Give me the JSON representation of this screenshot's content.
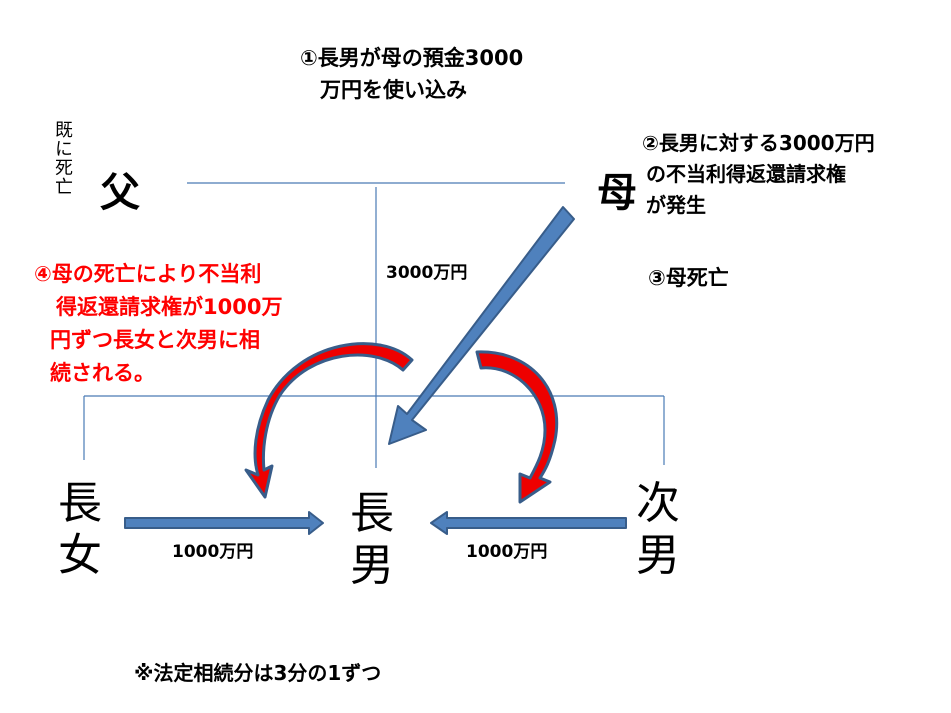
{
  "diagram": {
    "step1": {
      "line1": "①長男が母の預金3000",
      "line2": "万円を使い込み"
    },
    "father": {
      "label": "父",
      "status": "既に死亡"
    },
    "mother": {
      "label": "母"
    },
    "step2": {
      "line1": "②長男に対する3000万円",
      "line2": "の不当利得返還請求権",
      "line3": "が発生"
    },
    "step3": {
      "text": "③母死亡"
    },
    "step4": {
      "line1": "④母の死亡により不当利",
      "line2": "得返還請求権が1000万",
      "line3": "円ずつ長女と次男に相",
      "line4": "続される。",
      "color": "#ff0000"
    },
    "amounts": {
      "mother_to_son": "3000万円",
      "daughter_to_son": "1000万円",
      "second_son_to_son": "1000万円"
    },
    "children": {
      "eldest_daughter": {
        "char1": "長",
        "char2": "女"
      },
      "eldest_son": {
        "char1": "長",
        "char2": "男"
      },
      "second_son": {
        "char1": "次",
        "char2": "男"
      }
    },
    "note": "※法定相続分は3分の1ずつ",
    "colors": {
      "line": "#4a7ab5",
      "arrow_fill": "#4f81bd",
      "arrow_stroke": "#385d8a",
      "curve_fill": "#ee0000"
    }
  }
}
